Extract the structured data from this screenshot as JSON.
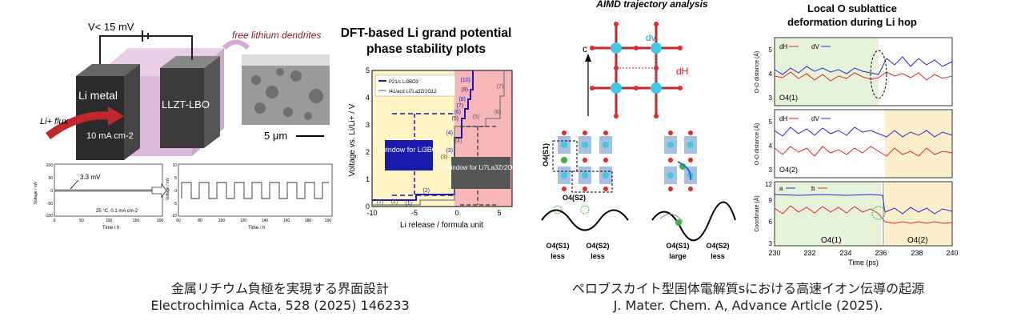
{
  "left_schematic": {
    "voltage_label": "V< 15 mV",
    "dendrite_label": "free lithium dendrites",
    "li_metal_label": "Li metal",
    "llzt_label": "LLZT-LBO",
    "flux_label": "Li+ flux",
    "current_label": "10 mA cm-2",
    "scale_label": "5 μm"
  },
  "cycling_plot_left": {
    "ylabel": "Voltage / mV",
    "xlabel": "Time / h",
    "annotation": "3.3 mV",
    "condition": "25 °C, 0.1 mA cm-2",
    "yticks": [
      "100",
      "50",
      "0",
      "-50",
      "-100"
    ],
    "xticks": [
      "0",
      "50",
      "100",
      "150",
      "200"
    ]
  },
  "cycling_plot_right": {
    "ylabel": "Voltage / mV",
    "xlabel": "Time / h",
    "yticks": [
      "10",
      "5",
      "0",
      "-5",
      "-10"
    ],
    "xticks": [
      "60",
      "80",
      "100",
      "120",
      "140",
      "160",
      "180",
      "190"
    ]
  },
  "dft": {
    "title_line1": "DFT-based Li grand potential",
    "title_line2": "phase stability plots",
    "ylabel": "Voltage vs. Li/Li+ / V",
    "xlabel": "Li release / formula unit",
    "xticks": [
      "-10",
      "-5",
      "0",
      "5"
    ],
    "yticks": [
      "0",
      "1",
      "2",
      "3",
      "4",
      "5"
    ],
    "legend": [
      "P21/c Li3BO3",
      "I41/acd Li7La3Zr2O12"
    ],
    "window1": "Ewindow for Li3BO3",
    "window2": "Ewindow for Li7La3Zr2O12",
    "step_labels_blue": [
      "(10)",
      "(9)",
      "(8)",
      "(7)",
      "(6)",
      "(5)",
      "(4)",
      "(3)",
      "(2)",
      "(1)"
    ],
    "step_labels_gray": [
      "(7)",
      "(6)",
      "(5)",
      "(4)",
      "(3)",
      "(2)",
      "(1)"
    ],
    "colors": {
      "blue": "#1a1aaa",
      "gray": "#777777",
      "pink": "#f7b7b9",
      "yellow": "#fff4c2"
    }
  },
  "aimd": {
    "title": "AIMD trajectory analysis",
    "axis_c": "c",
    "dv": "dv",
    "dh": "dH",
    "site1": "O4(S1)",
    "site2": "O4(S2)",
    "bottom_labels": [
      {
        "a": "O4(S1)",
        "b": "O4(S2)",
        "a2": "less",
        "b2": "less"
      },
      {
        "a": "O4(S1)",
        "b": "O4(S2)",
        "a2": "large",
        "b2": "less"
      }
    ]
  },
  "local": {
    "title_line1": "Local O sublattice",
    "title_line2": "deformation during Li hop",
    "panel1": {
      "ylabel": "O-O distance (Å)",
      "label": "O4(1)",
      "leg_h": "dH",
      "leg_v": "dV",
      "yticks": [
        "5",
        "4",
        "3"
      ]
    },
    "panel2": {
      "ylabel": "O-O distance (Å)",
      "label": "O4(2)",
      "leg_h": "dH",
      "leg_v": "dV",
      "yticks": [
        "5",
        "4",
        "3"
      ]
    },
    "panel3": {
      "ylabel": "Coordinate (Å)",
      "label1": "O4(1)",
      "label2": "O4(2)",
      "leg_a": "a",
      "leg_b": "b",
      "yticks": [
        "12",
        "9",
        "6",
        "3"
      ]
    },
    "xticks": [
      "230",
      "232",
      "234",
      "236",
      "238",
      "240"
    ],
    "xlabel": "Time (ps)"
  },
  "captions": {
    "left_line1": "金属リチウム負極を実現する界面設計",
    "left_line2": "Electrochimica Acta, 528 (2025) 146233",
    "right_line1": "ペロブスカイト型固体電解質sにおける高速イオン伝導の起源",
    "right_line2": "J. Mater. Chem. A, Advance Article (2025)."
  }
}
